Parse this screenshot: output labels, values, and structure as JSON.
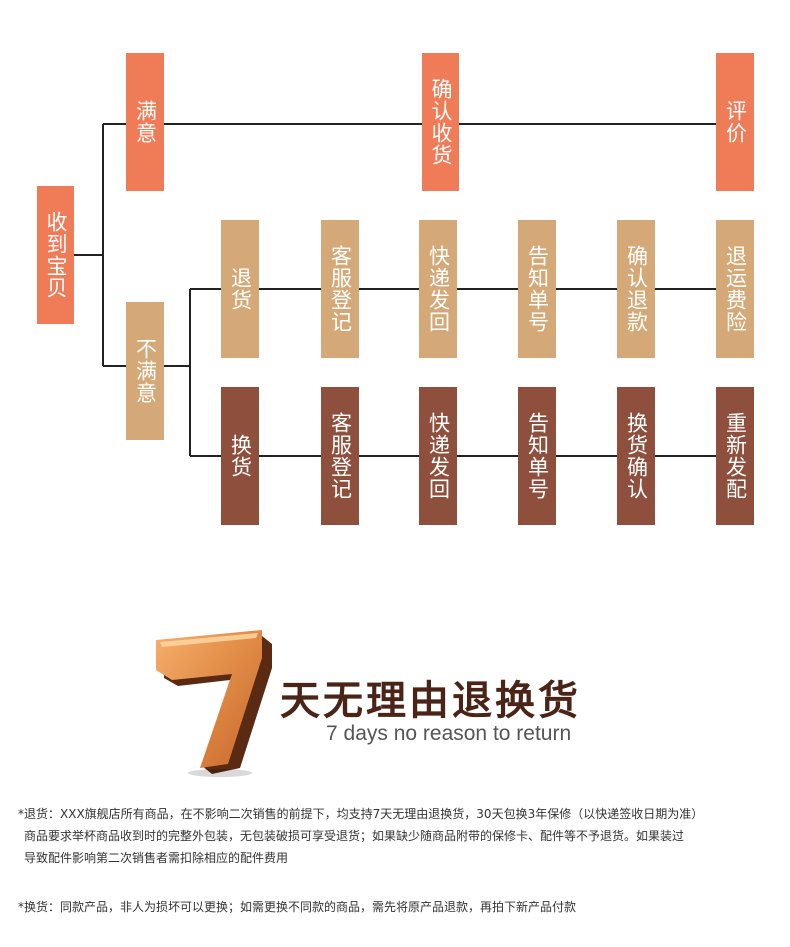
{
  "diagram": {
    "root": "收到宝贝",
    "satisfied": {
      "label": "满意",
      "steps": [
        "确认收货",
        "评价"
      ]
    },
    "unsatisfied": {
      "label": "不满意",
      "return_flow": [
        "退货",
        "客服登记",
        "快递发回",
        "告知单号",
        "确认退款",
        "退运费险"
      ],
      "exchange_flow": [
        "换货",
        "客服登记",
        "快递发回",
        "告知单号",
        "换货确认",
        "重新发配"
      ]
    }
  },
  "banner": {
    "logo_digit": "7",
    "headline": "天无理由退换货",
    "subline": "7 days no reason to return"
  },
  "notes": {
    "return_line1": "*退货：XXX旗舰店所有商品，在不影响二次销售的前提下，均支持7天无理由退换货，30天包换3年保修（以快递签收日期为准）",
    "return_line2": "商品要求举杯商品收到时的完整外包装，无包装破损可享受退货；如果缺少随商品附带的保修卡、配件等不予退货。如果装过",
    "return_line3": "导致配件影响第二次销售者需扣除相应的配件费用",
    "exchange_line1": "*换货：同款产品，非人为损坏可以更换；如需更换不同款的商品，需先将原产品退款，再拍下新产品付款"
  },
  "colors": {
    "satisfied_boxes": "#ef7b57",
    "return_boxes": "#d4a877",
    "exchange_boxes": "#8f4f3d",
    "connector": "#222222",
    "headline": "#4a2416"
  }
}
